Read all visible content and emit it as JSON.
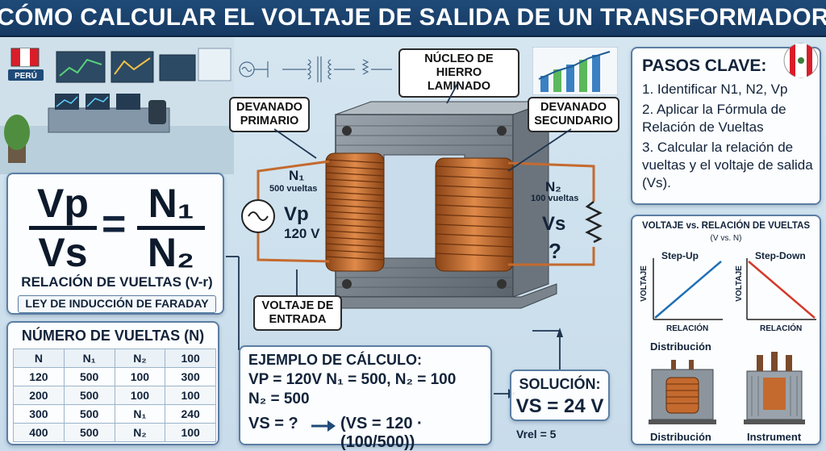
{
  "title": "CÓMO CALCULAR EL VOLTAJE DE SALIDA DE UN TRANSFORMADOR",
  "country_badge": "PERÚ",
  "colors": {
    "title_bg": "#1f4a78",
    "copper": "#c46a2f",
    "core": "#6f7881",
    "line_up": "#1f6fb5",
    "line_down": "#d33a2c"
  },
  "formula": {
    "num_left": "Vp",
    "den_left": "Vs",
    "equals": "=",
    "num_right": "N₁",
    "den_right": "N₂",
    "relation": "RELACIÓN DE VUELTAS (V-r)",
    "law": "LEY DE INDUCCIÓN DE FARADAY"
  },
  "table": {
    "title": "NÚMERO DE VUELTAS (N)",
    "headers": [
      "N",
      "N₁",
      "N₂",
      "100"
    ],
    "rows": [
      [
        "120",
        "500",
        "100",
        "300"
      ],
      [
        "200",
        "500",
        "100",
        "100"
      ],
      [
        "300",
        "500",
        "N₁",
        "240"
      ],
      [
        "400",
        "500",
        "N₂",
        "100"
      ]
    ]
  },
  "callouts": {
    "core": [
      "NÚCLEO DE HIERRO",
      "LAMINADO"
    ],
    "primary": [
      "DEVANADO",
      "PRIMARIO"
    ],
    "secondary": [
      "DEVANADO",
      "SECUNDARIO"
    ],
    "input": [
      "VOLTAJE DE",
      "ENTRADA"
    ]
  },
  "primary": {
    "n": "N₁",
    "turns": "500 vueltas",
    "v": "Vp",
    "value": "120 V"
  },
  "secondary": {
    "n": "N₂",
    "turns": "100 vueltas",
    "v": "Vs",
    "value": "?"
  },
  "steps": {
    "title": "PASOS CLAVE:",
    "items": [
      "1. Identificar N1, N2, Vp",
      "2. Aplicar la Fórmula de Relación de Vueltas",
      "3. Calcular la relación de vueltas y el voltaje de salida (Vs)."
    ]
  },
  "graph": {
    "title": "VOLTAJE vs. RELACIÓN DE VUELTAS",
    "subtitle": "(V vs. N)",
    "left": {
      "label": "Step-Up",
      "ylabel": "VOLTAJE",
      "xlabel": "RELACIÓN"
    },
    "right": {
      "label": "Step-Down",
      "ylabel": "VOLTAJE",
      "xlabel": "RELACIÓN"
    },
    "dist_label_top": "Distribución",
    "dist_label_bottom": "Distribución",
    "instrument_label": "Instrument"
  },
  "example": {
    "title": "EJEMPLO DE CÁLCULO:",
    "line1": "VP = 120V    N₁ = 500,  N₂ = 100",
    "line2": "N₂ = 500",
    "line3_left": "VS = ?",
    "line3_right": "(VS = 120 · (100/500))"
  },
  "solution": {
    "title": "SOLUCIÓN:",
    "value": "VS = 24 V",
    "vrel": "Vrel = 5"
  }
}
